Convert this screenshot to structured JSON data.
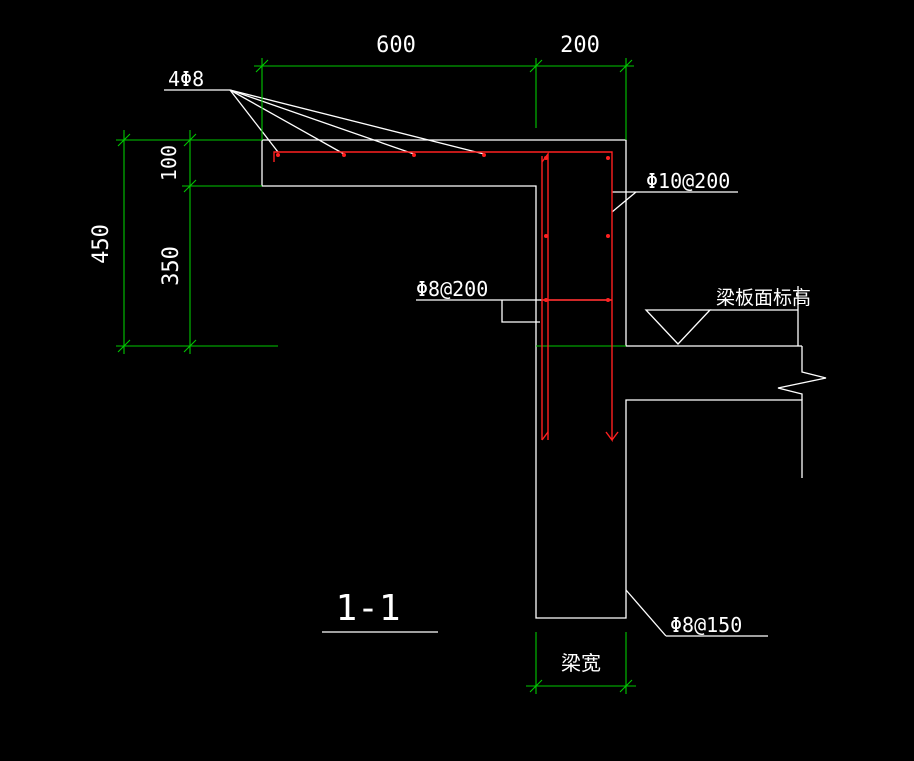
{
  "colors": {
    "background": "#000000",
    "outline": "#ffffff",
    "dimension": "#00c800",
    "rebar": "#ff2020"
  },
  "dimensions": {
    "top_left": "600",
    "top_right": "200",
    "left_total": "450",
    "left_upper": "100",
    "left_lower": "350"
  },
  "labels": {
    "top_bars": "4Φ8",
    "vertical_bars": "Φ10@200",
    "horizontal_bars": "Φ8@200",
    "slab_level": "梁板面标高",
    "stirrups": "Φ8@150",
    "beam_width": "梁宽",
    "section": "1-1"
  }
}
